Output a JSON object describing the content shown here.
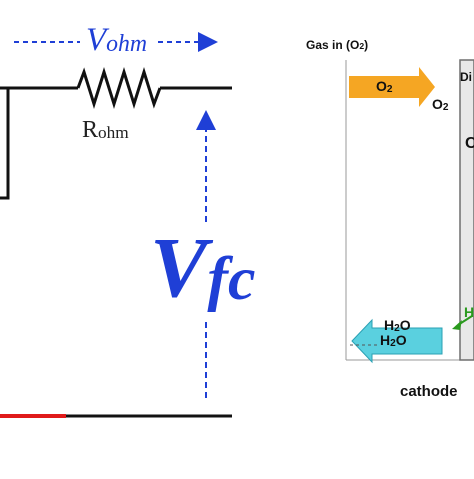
{
  "circuit": {
    "v_ohm": {
      "symbol": "V",
      "subscript": "ohm"
    },
    "r_ohm": {
      "symbol": "R",
      "subscript": "ohm"
    },
    "v_fc": {
      "symbol": "V",
      "subscript": "fc"
    }
  },
  "cathode_panel": {
    "gas_in_label": {
      "text": "Gas in (O",
      "subscript": "2",
      "suffix": ")"
    },
    "o2_arrow_label": {
      "text": "O",
      "subscript": "2"
    },
    "o2_side_label": {
      "text": "O",
      "subscript": "2"
    },
    "h2o_side_label": {
      "text": "H",
      "subscript": "2",
      "suffix": "O"
    },
    "h2o_arrow_label": {
      "text": "H",
      "subscript": "2",
      "suffix": "O"
    },
    "cathode_label": "cathode",
    "partial_text_di": "Di",
    "partial_text_c": "C",
    "partial_text_h": "H"
  },
  "colors": {
    "blue": "#1f3fd6",
    "wire": "#111111",
    "red_wire": "#e01a1a",
    "o2_arrow": "#f5a623",
    "h2o_arrow": "#5ad0df",
    "green": "#2a9a1e"
  }
}
